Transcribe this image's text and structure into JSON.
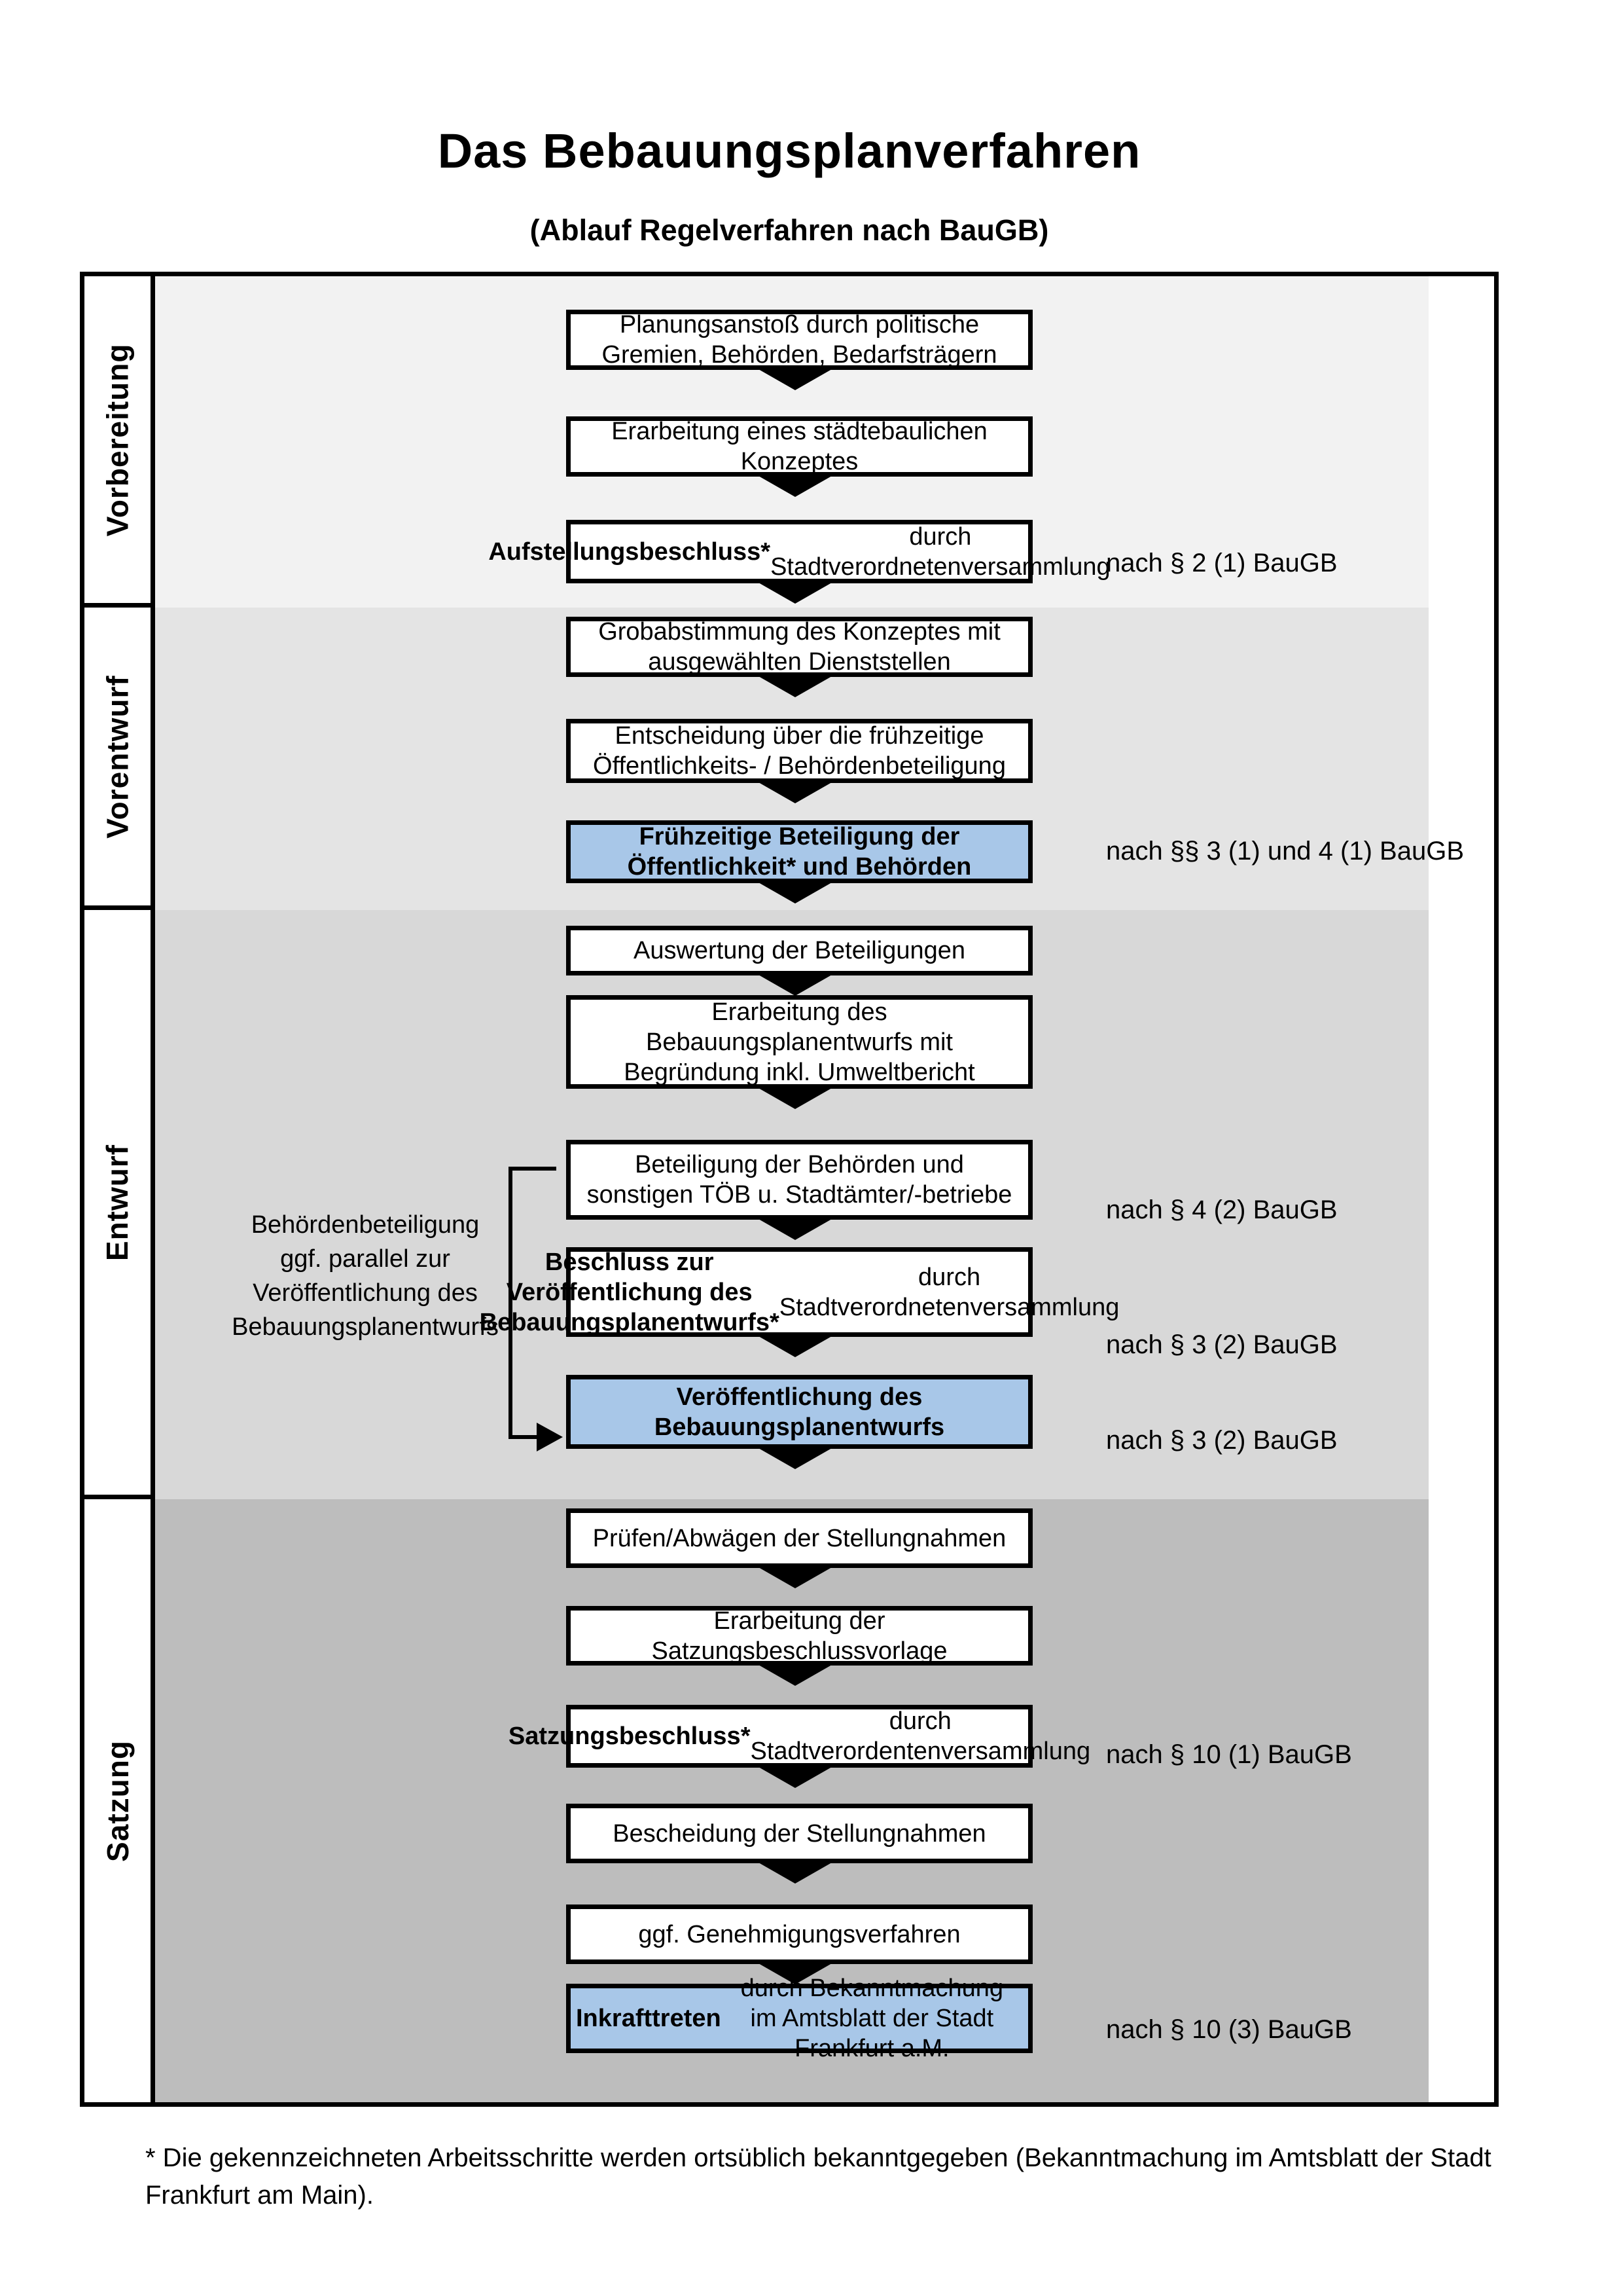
{
  "title": "Das Bebauungsplanverfahren",
  "subtitle": "(Ablauf Regelverfahren nach BauGB)",
  "colors": {
    "highlight_blue": "#a8c7e8",
    "section_vorbereitung": "#f2f2f2",
    "section_vorentwurf": "#e4e4e4",
    "section_entwurf": "#d8d8d8",
    "section_satzung": "#bdbdbd",
    "box_border": "#000000"
  },
  "phases": [
    {
      "label": "Vorbereitung"
    },
    {
      "label": "Vorentwurf"
    },
    {
      "label": "Entwurf"
    },
    {
      "label": "Satzung"
    }
  ],
  "boxes": [
    {
      "highlighted": false,
      "segments": [
        {
          "text": "Planungsanstoß durch politische\nGremien, Behörden, Bedarfsträgern",
          "bold": false
        }
      ]
    },
    {
      "highlighted": false,
      "segments": [
        {
          "text": "Erarbeitung eines städtebaulichen\nKonzeptes",
          "bold": false
        }
      ]
    },
    {
      "highlighted": false,
      "segments": [
        {
          "text": "Aufstellungsbeschluss*",
          "bold": true
        },
        {
          "text": " durch\nStadtverordnetenversammlung",
          "bold": false
        }
      ]
    },
    {
      "highlighted": false,
      "segments": [
        {
          "text": "Grobabstimmung des Konzeptes mit\nausgewählten Dienststellen",
          "bold": false
        }
      ]
    },
    {
      "highlighted": false,
      "segments": [
        {
          "text": "Entscheidung über die frühzeitige\nÖffentlichkeits- / Behördenbeteiligung",
          "bold": false
        }
      ]
    },
    {
      "highlighted": true,
      "segments": [
        {
          "text": "Frühzeitige Beteiligung der\nÖffentlichkeit* und Behörden",
          "bold": true
        }
      ]
    },
    {
      "highlighted": false,
      "segments": [
        {
          "text": "Auswertung der Beteiligungen",
          "bold": false
        }
      ]
    },
    {
      "highlighted": false,
      "segments": [
        {
          "text": "Erarbeitung des\nBebauungsplanentwurfs mit\nBegründung inkl. Umweltbericht",
          "bold": false
        }
      ]
    },
    {
      "highlighted": false,
      "segments": [
        {
          "text": "Beteiligung der Behörden und\nsonstigen TÖB u. Stadtämter/-betriebe",
          "bold": false
        }
      ]
    },
    {
      "highlighted": false,
      "segments": [
        {
          "text": "Beschluss zur Veröffentlichung des\nBebauungsplanentwurfs*",
          "bold": true
        },
        {
          "text": " durch\nStadtverordnetenversammlung",
          "bold": false
        }
      ]
    },
    {
      "highlighted": true,
      "segments": [
        {
          "text": "Veröffentlichung des\nBebauungsplanentwurfs",
          "bold": true
        }
      ]
    },
    {
      "highlighted": false,
      "segments": [
        {
          "text": "Prüfen/Abwägen der Stellungnahmen",
          "bold": false
        }
      ]
    },
    {
      "highlighted": false,
      "segments": [
        {
          "text": "Erarbeitung der\nSatzungsbeschlussvorlage",
          "bold": false
        }
      ]
    },
    {
      "highlighted": false,
      "segments": [
        {
          "text": "Satzungsbeschluss*",
          "bold": true
        },
        {
          "text": " durch\nStadtverordentenversammlung",
          "bold": false
        }
      ]
    },
    {
      "highlighted": false,
      "segments": [
        {
          "text": "Bescheidung der Stellungnahmen",
          "bold": false
        }
      ]
    },
    {
      "highlighted": false,
      "segments": [
        {
          "text": "ggf. Genehmigungsverfahren",
          "bold": false
        }
      ]
    },
    {
      "highlighted": true,
      "segments": [
        {
          "text": "Inkrafttreten",
          "bold": true
        },
        {
          "text": " durch Bekanntmachung\nim Amtsblatt der Stadt Frankfurt a.M.",
          "bold": false
        }
      ]
    }
  ],
  "references": [
    {
      "text": "nach § 2 (1) BauGB"
    },
    {
      "text": "nach §§ 3 (1) und 4 (1) BauGB"
    },
    {
      "text": "nach § 4 (2) BauGB"
    },
    {
      "text": "nach § 3 (2) BauGB"
    },
    {
      "text": "nach § 3 (2) BauGB"
    },
    {
      "text": "nach § 10 (1) BauGB"
    },
    {
      "text": "nach § 10 (3) BauGB"
    }
  ],
  "side_note": "Behördenbeteiligung\nggf. parallel zur\nVeröffentlichung des\nBebauungsplanentwurfs",
  "footnote": "* Die gekennzeichneten Arbeitsschritte werden ortsüblich bekanntgegeben (Bekanntmachung im Amtsblatt  der Stadt\nFrankfurt am Main)."
}
